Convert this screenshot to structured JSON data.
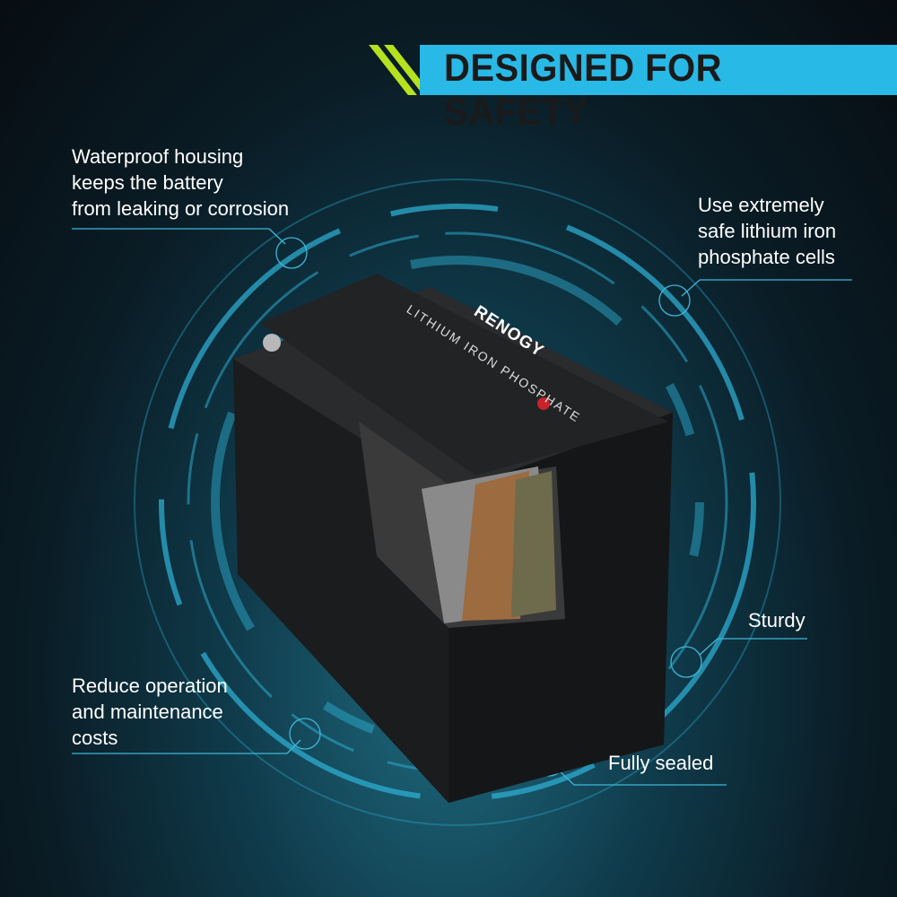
{
  "header": {
    "title": "DESIGNED FOR SAFETY"
  },
  "callouts": {
    "waterproof": [
      "Waterproof housing",
      "keeps the battery",
      "from leaking or corrosion"
    ],
    "cells": [
      "Use extremely",
      "safe lithium iron",
      "phosphate cells"
    ],
    "sturdy": [
      "Sturdy"
    ],
    "maintenance": [
      "Reduce operation",
      "and maintenance",
      "costs"
    ],
    "sealed": [
      "Fully sealed"
    ]
  },
  "product": {
    "brand": "RENOGY",
    "label": "LITHIUM IRON PHOSPHATE"
  },
  "colors": {
    "accent": "#29b9e6",
    "stripe": "#b5e11e"
  }
}
